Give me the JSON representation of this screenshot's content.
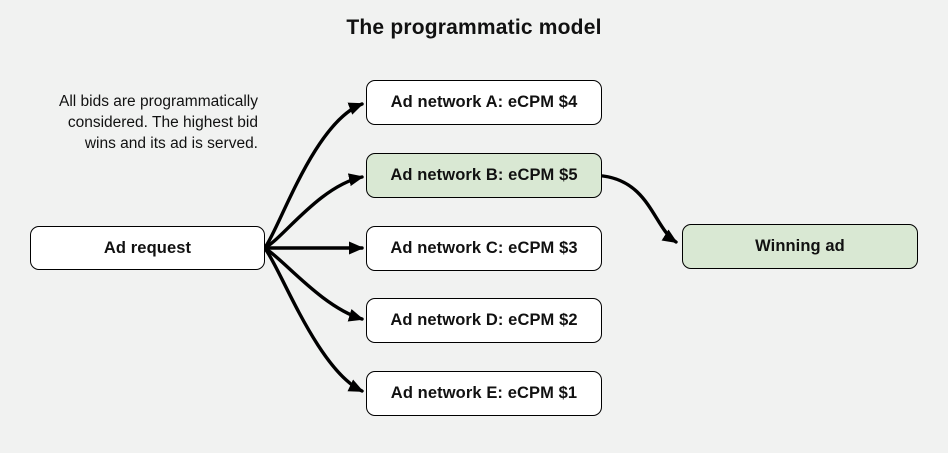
{
  "title": "The programmatic model",
  "description": "All bids are programmatically\nconsidered. The highest bid\nwins and its ad is served.",
  "nodes": {
    "ad_request": {
      "label": "Ad request"
    },
    "networks": [
      {
        "label": "Ad network A: eCPM $4",
        "highlight": false
      },
      {
        "label": "Ad network B: eCPM $5",
        "highlight": true
      },
      {
        "label": "Ad network C: eCPM $3",
        "highlight": false
      },
      {
        "label": "Ad network D: eCPM $2",
        "highlight": false
      },
      {
        "label": "Ad network E: eCPM $1",
        "highlight": false
      }
    ],
    "winning": {
      "label": "Winning ad"
    }
  },
  "colors": {
    "background": "#f1f2f1",
    "box_bg": "#ffffff",
    "highlight": "#d9e8d3",
    "border": "#000000",
    "text": "#111111",
    "arrow": "#000000"
  }
}
